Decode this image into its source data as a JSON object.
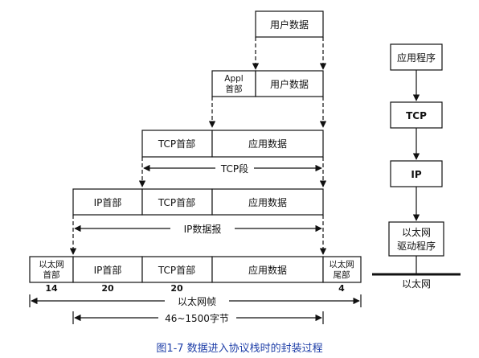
{
  "encapsulation": {
    "row_user": {
      "user_data": "用户数据"
    },
    "row_app": {
      "app_header_line1": "Appl",
      "app_header_line2": "首部",
      "user_data": "用户数据"
    },
    "row_tcp": {
      "tcp_header": "TCP首部",
      "app_data": "应用数据",
      "segment_label": "TCP段"
    },
    "row_ip": {
      "ip_header": "IP首部",
      "tcp_header": "TCP首部",
      "app_data": "应用数据",
      "datagram_label": "IP数据报"
    },
    "row_eth": {
      "eth_header_line1": "以太网",
      "eth_header_line2": "首部",
      "ip_header": "IP首部",
      "tcp_header": "TCP首部",
      "app_data": "应用数据",
      "eth_trailer_line1": "以太网",
      "eth_trailer_line2": "尾部",
      "size_eth_header": "14",
      "size_ip_header": "20",
      "size_tcp_header": "20",
      "size_eth_trailer": "4",
      "frame_label": "以太网帧",
      "payload_range_label": "46~1500字节"
    }
  },
  "stack": {
    "application": "应用程序",
    "tcp": "TCP",
    "ip": "IP",
    "driver_line1": "以太网",
    "driver_line2": "驱动程序",
    "network": "以太网"
  },
  "caption": "图1-7   数据进入协议栈时的封装过程"
}
